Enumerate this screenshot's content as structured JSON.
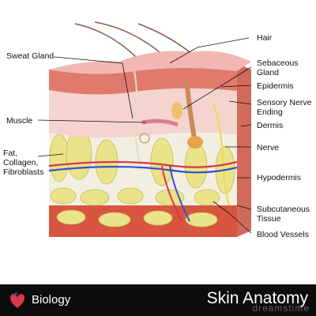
{
  "colors": {
    "epidermis": "#f3b7b3",
    "dermis": "#f5d3cf",
    "fat": "#e9e389",
    "vessel_red": "#d9364a",
    "vessel_blue": "#3a4fc9",
    "banner_bg": "#0c0c0c"
  },
  "labels": {
    "hair": "Hair",
    "sebaceous": "Sebaceous\nGland",
    "epidermis": "Epidermis",
    "sensory": "Sensory Nerve\nEnding",
    "dermis": "Dermis",
    "nerve": "Nerve",
    "hypodermis": "Hypodermis",
    "subcutaneous": "Subcutaneous\nTissue",
    "blood_vessels": "Blood Vessels",
    "sweat_gland": "Sweat Gland",
    "muscle": "Muscle",
    "fat": "Fat,\nCollagen,\nFibroblasts"
  },
  "banner": {
    "category": "Biology",
    "title": "Skin Anatomy",
    "icon": "heart-icon",
    "watermark": "dreamstime"
  }
}
